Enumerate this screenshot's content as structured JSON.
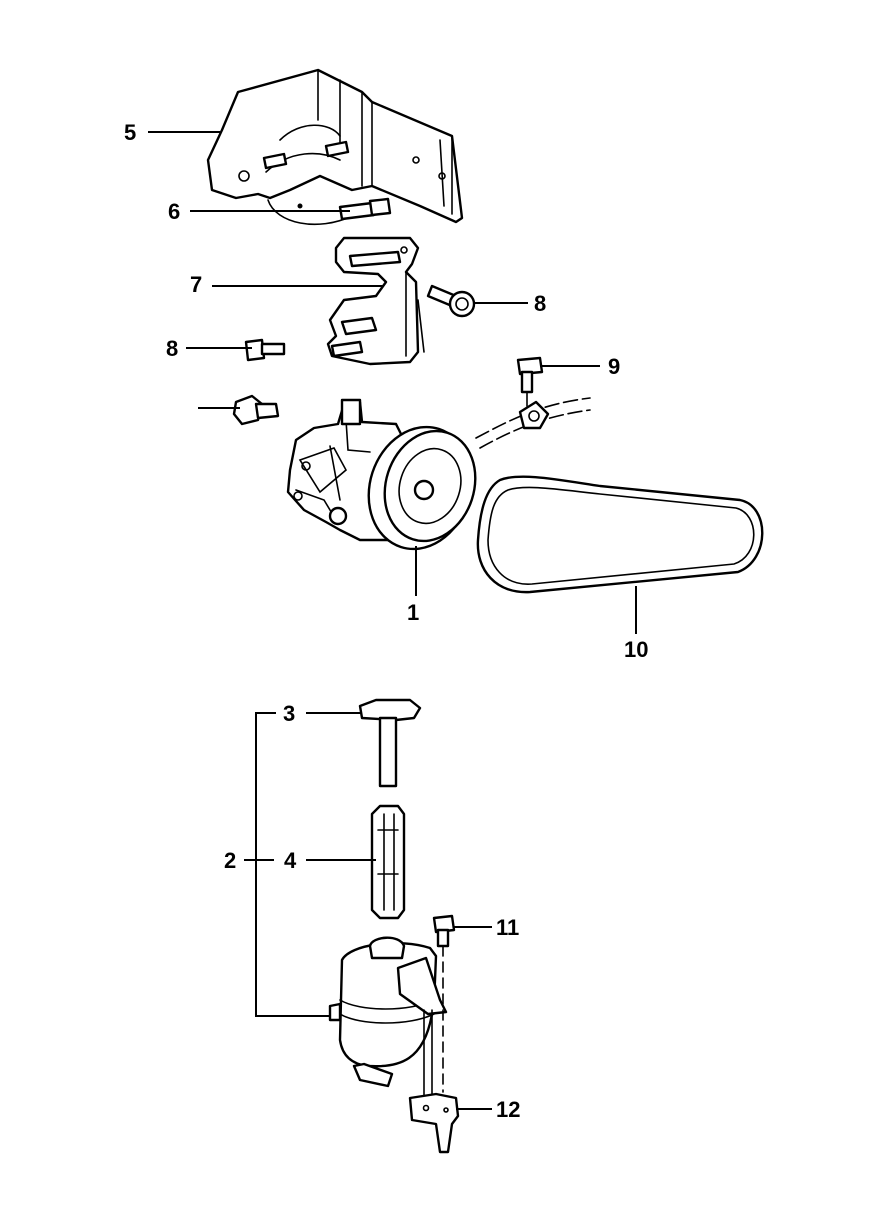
{
  "callouts": {
    "c1": "1",
    "c2": "2",
    "c3": "3",
    "c4": "4",
    "c5": "5",
    "c6": "6",
    "c7": "7",
    "c8a": "8",
    "c8b": "8",
    "c9": "9",
    "c10": "10",
    "c11": "11",
    "c12": "12"
  },
  "colors": {
    "line": "#000000",
    "background": "#ffffff"
  }
}
